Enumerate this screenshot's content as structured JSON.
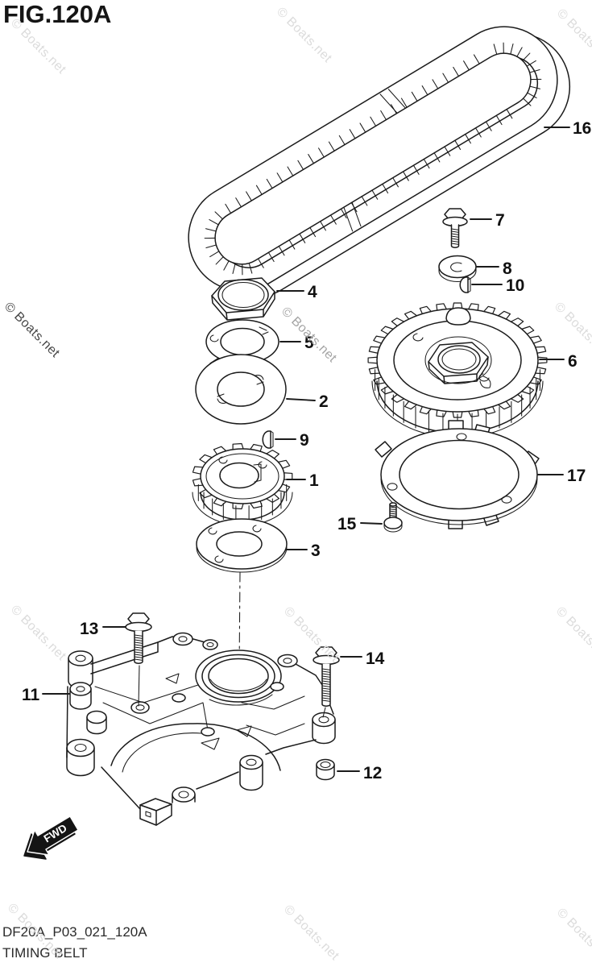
{
  "figure": {
    "title": "FIG.120A",
    "drawing_code": "DF20A_P03_021_120A",
    "caption": "TIMING BELT",
    "fwd_label": "FWD"
  },
  "watermark": {
    "text": "© Boats.net"
  },
  "part_labels": [
    "1",
    "2",
    "3",
    "4",
    "5",
    "6",
    "7",
    "8",
    "9",
    "10",
    "11",
    "12",
    "13",
    "14",
    "15",
    "16",
    "17"
  ],
  "colors": {
    "line": "#1b1b1b",
    "watermark_light": "#dcdcdc",
    "watermark_medium": "#a5a5a5",
    "watermark_dark": "#474747"
  }
}
